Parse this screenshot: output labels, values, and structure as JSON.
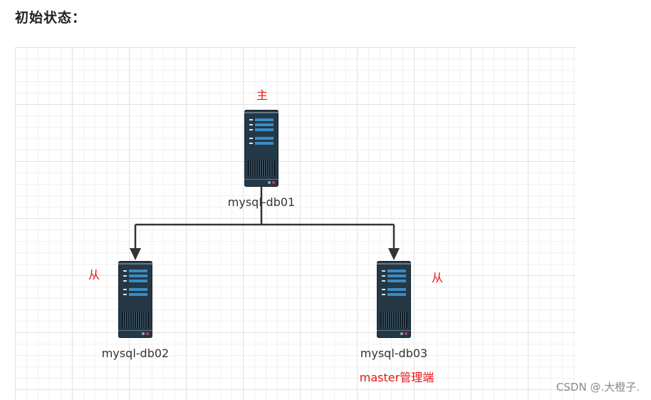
{
  "heading": "初始状态：",
  "nodes": {
    "master": {
      "name": "mysql-db01",
      "role": "主"
    },
    "slave_left": {
      "name": "mysql-db02",
      "role": "从"
    },
    "slave_right": {
      "name": "mysql-db03",
      "role": "从",
      "note": "master管理端"
    }
  },
  "colors": {
    "role_text": "#ee1111",
    "server_body": "#243846",
    "server_slot": "#3b8bc4",
    "connector": "#333333",
    "grid_line": "#e2e2e2"
  },
  "icons": {
    "server": "server-icon",
    "arrow": "arrow-down-icon"
  },
  "watermark": "CSDN @.大橙子."
}
